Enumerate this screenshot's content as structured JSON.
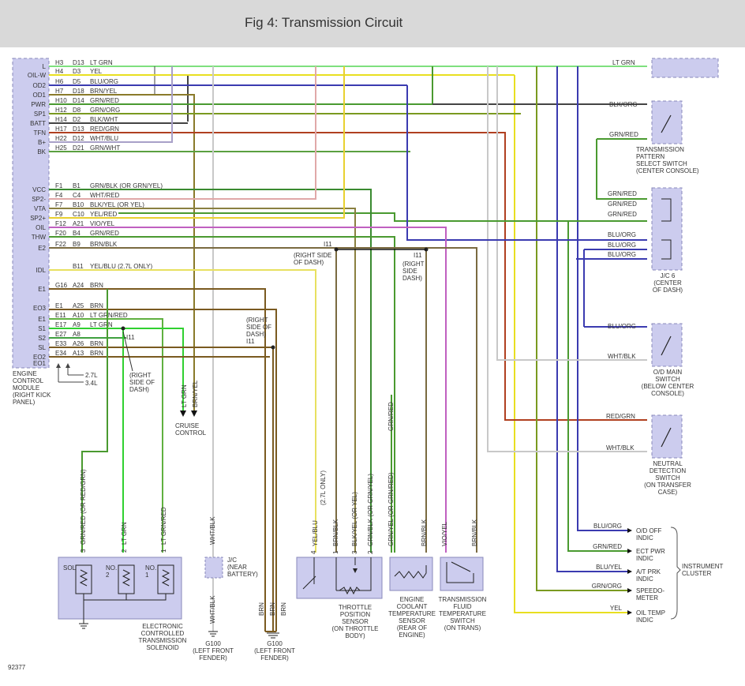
{
  "header": {
    "title": "Fig 4: Transmission Circuit"
  },
  "ecm": {
    "pins": [
      "L",
      "OIL-W",
      "OD2",
      "OD1",
      "PWR",
      "SP1",
      "BATT",
      "TFN",
      "B+",
      "BK",
      "VCC",
      "SP2-",
      "VTA",
      "SP2+",
      "OIL",
      "THW",
      "E2",
      "IDL",
      "E1",
      "EO3",
      "E1",
      "S1",
      "S2",
      "SL",
      "EO2",
      "EO1"
    ],
    "label": "ENGINE\nCONTROL\nMODULE\n(RIGHT KICK\nPANEL)",
    "engine_27": "2.7L",
    "engine_34": "3.4L"
  },
  "wires": [
    {
      "conn": "H3",
      "pin": "D13",
      "color_text": "LT GRN",
      "hex": "#7ee07e"
    },
    {
      "conn": "H4",
      "pin": "D3",
      "color_text": "YEL",
      "hex": "#e8df20"
    },
    {
      "conn": "H6",
      "pin": "D5",
      "color_text": "BLU/ORG",
      "hex": "#3b3bb0"
    },
    {
      "conn": "H7",
      "pin": "D18",
      "color_text": "BRN/YEL",
      "hex": "#8a7a2a"
    },
    {
      "conn": "H10",
      "pin": "D14",
      "color_text": "GRN/RED",
      "hex": "#4a9a30"
    },
    {
      "conn": "H12",
      "pin": "D8",
      "color_text": "GRN/ORG",
      "hex": "#7a9a20"
    },
    {
      "conn": "H14",
      "pin": "D2",
      "color_text": "BLK/WHT",
      "hex": "#444444"
    },
    {
      "conn": "H17",
      "pin": "D13",
      "color_text": "RED/GRN",
      "hex": "#b04020"
    },
    {
      "conn": "H22",
      "pin": "D12",
      "color_text": "WHT/BLU",
      "hex": "#a8a0c8"
    },
    {
      "conn": "H25",
      "pin": "D21",
      "color_text": "GRN/WHT",
      "hex": "#5aa040"
    },
    {
      "conn": "F1",
      "pin": "B1",
      "color_text": "GRN/BLK (OR GRN/YEL)",
      "hex": "#3a8a30"
    },
    {
      "conn": "F4",
      "pin": "C4",
      "color_text": "WHT/RED",
      "hex": "#e0a8a8"
    },
    {
      "conn": "F7",
      "pin": "B10",
      "color_text": "BLK/YEL (OR YEL)",
      "hex": "#8a8040"
    },
    {
      "conn": "F9",
      "pin": "C10",
      "color_text": "YEL/RED",
      "hex": "#e8d030"
    },
    {
      "conn": "F12",
      "pin": "A21",
      "color_text": "VIO/YEL",
      "hex": "#c060c0"
    },
    {
      "conn": "F20",
      "pin": "B4",
      "color_text": "GRN/RED",
      "hex": "#4a9a30"
    },
    {
      "conn": "F22",
      "pin": "B9",
      "color_text": "BRN/BLK",
      "hex": "#7a6a40"
    },
    {
      "conn": "",
      "pin": "B11",
      "color_text": "YEL/BLU  (2.7L ONLY)",
      "hex": "#e8e060"
    },
    {
      "conn": "G16",
      "pin": "A24",
      "color_text": "BRN",
      "hex": "#7a5a20"
    },
    {
      "conn": "E1",
      "pin": "A25",
      "color_text": "BRN",
      "hex": "#7a5a20"
    },
    {
      "conn": "E11",
      "pin": "A10",
      "color_text": "LT GRN/RED",
      "hex": "#60b040"
    },
    {
      "conn": "E17",
      "pin": "A9",
      "color_text": "LT GRN",
      "hex": "#30d030"
    },
    {
      "conn": "E27",
      "pin": "A8",
      "color_text": "",
      "hex": "#40a040"
    },
    {
      "conn": "E33",
      "pin": "A26",
      "color_text": "BRN",
      "hex": "#7a5a20"
    },
    {
      "conn": "E34",
      "pin": "A13",
      "color_text": "BRN",
      "hex": "#7a5a20"
    }
  ],
  "junction_labels": {
    "i11_top": "I11",
    "i11_top_loc": "(RIGHT SIDE\nOF DASH)",
    "i11_right": "I11",
    "i11_right_loc": "(RIGHT\nSIDE\nDASH)",
    "i11_mid": "(RIGHT\nSIDE OF\nDASH)\nI11",
    "i11_low": "I11",
    "i11_low_loc": "(RIGHT\nSIDE OF\nDASH)"
  },
  "switches": {
    "right_top_wire": "LT GRN",
    "pattern_select_wire1": "BLK/ORG",
    "pattern_select_wire2": "GRN/RED",
    "pattern_select_label": "TRANSMISSION\nPATTERN\nSELECT SWITCH\n(CENTER CONSOLE)",
    "jc6_wires": [
      "GRN/RED",
      "GRN/RED",
      "GRN/RED",
      "BLU/ORG",
      "BLU/ORG",
      "BLU/ORG"
    ],
    "jc6_label": "J/C 6\n(CENTER\nOF DASH)",
    "od_main_wire1": "BLU/ORG",
    "od_main_wire2": "WHT/BLK",
    "od_main_label": "O/D MAIN\nSWITCH\n(BELOW CENTER\nCONSOLE)",
    "neutral_wire1": "RED/GRN",
    "neutral_wire2": "WHT/BLK",
    "neutral_label": "NEUTRAL\nDETECTION\nSWITCH\n(ON TRANSFER\nCASE)"
  },
  "cluster": {
    "items": [
      {
        "wire": "BLU/ORG",
        "label": "O/D OFF\nINDIC"
      },
      {
        "wire": "GRN/RED",
        "label": "ECT PWR\nINDIC"
      },
      {
        "wire": "BLU/YEL",
        "label": "A/T PRK\nINDIC"
      },
      {
        "wire": "GRN/ORG",
        "label": "SPEEDO-\nMETER"
      },
      {
        "wire": "YEL",
        "label": "OIL TEMP\nINDIC"
      }
    ],
    "label": "INSTRUMENT\nCLUSTER"
  },
  "cruise": {
    "wire1": "LT GRN",
    "wire2": "BRN/YEL",
    "label": "CRUISE\nCONTROL"
  },
  "solenoid": {
    "wires": [
      "GRN/RED (OR RED/GRN)",
      "LT GRN",
      "LT GRN/RED"
    ],
    "pins": [
      "3",
      "2",
      "1"
    ],
    "sol": "SOL",
    "no2": "NO.\n2",
    "no1": "NO.\n1",
    "label": "ELECTRONIC\nCONTROLLED\nTRANSMISSION\nSOLENOID"
  },
  "jc_battery": {
    "wire_top": "WHT/BLK",
    "wire_bot": "WHT/BLK",
    "label": "J/C\n(NEAR\nBATTERY)",
    "ground": "G100\n(LEFT FRONT\nFENDER)"
  },
  "ground2": {
    "wires": [
      "BRN",
      "BRN",
      "BRN"
    ],
    "label": "G100\n(LEFT FRONT\nFENDER)"
  },
  "tps": {
    "wires": [
      "YEL/BLU",
      "(2.7L ONLY)",
      "BRN/BLK",
      "BLK/YEL (OR YEL)",
      "GRN/BLK (OR GRN/YEL)"
    ],
    "pins": [
      "4",
      "1",
      "3",
      "2"
    ],
    "label": "THROTTLE\nPOSITION\nSENSOR\n(ON THROTTLE\nBODY)"
  },
  "ect": {
    "wires": [
      "GRN/RED",
      "GRN/YEL (OR GRN/RED)",
      "BRN/BLK"
    ],
    "label": "ENGINE\nCOOLANT\nTEMPERATURE\nSENSOR\n(REAR OF\nENGINE)"
  },
  "tft": {
    "wires": [
      "VIO/YEL",
      "BRN/BLK"
    ],
    "label": "TRANSMISSION\nFLUID\nTEMPERATURE\nSWITCH\n(ON TRANS)"
  },
  "footer": {
    "code": "92377"
  }
}
